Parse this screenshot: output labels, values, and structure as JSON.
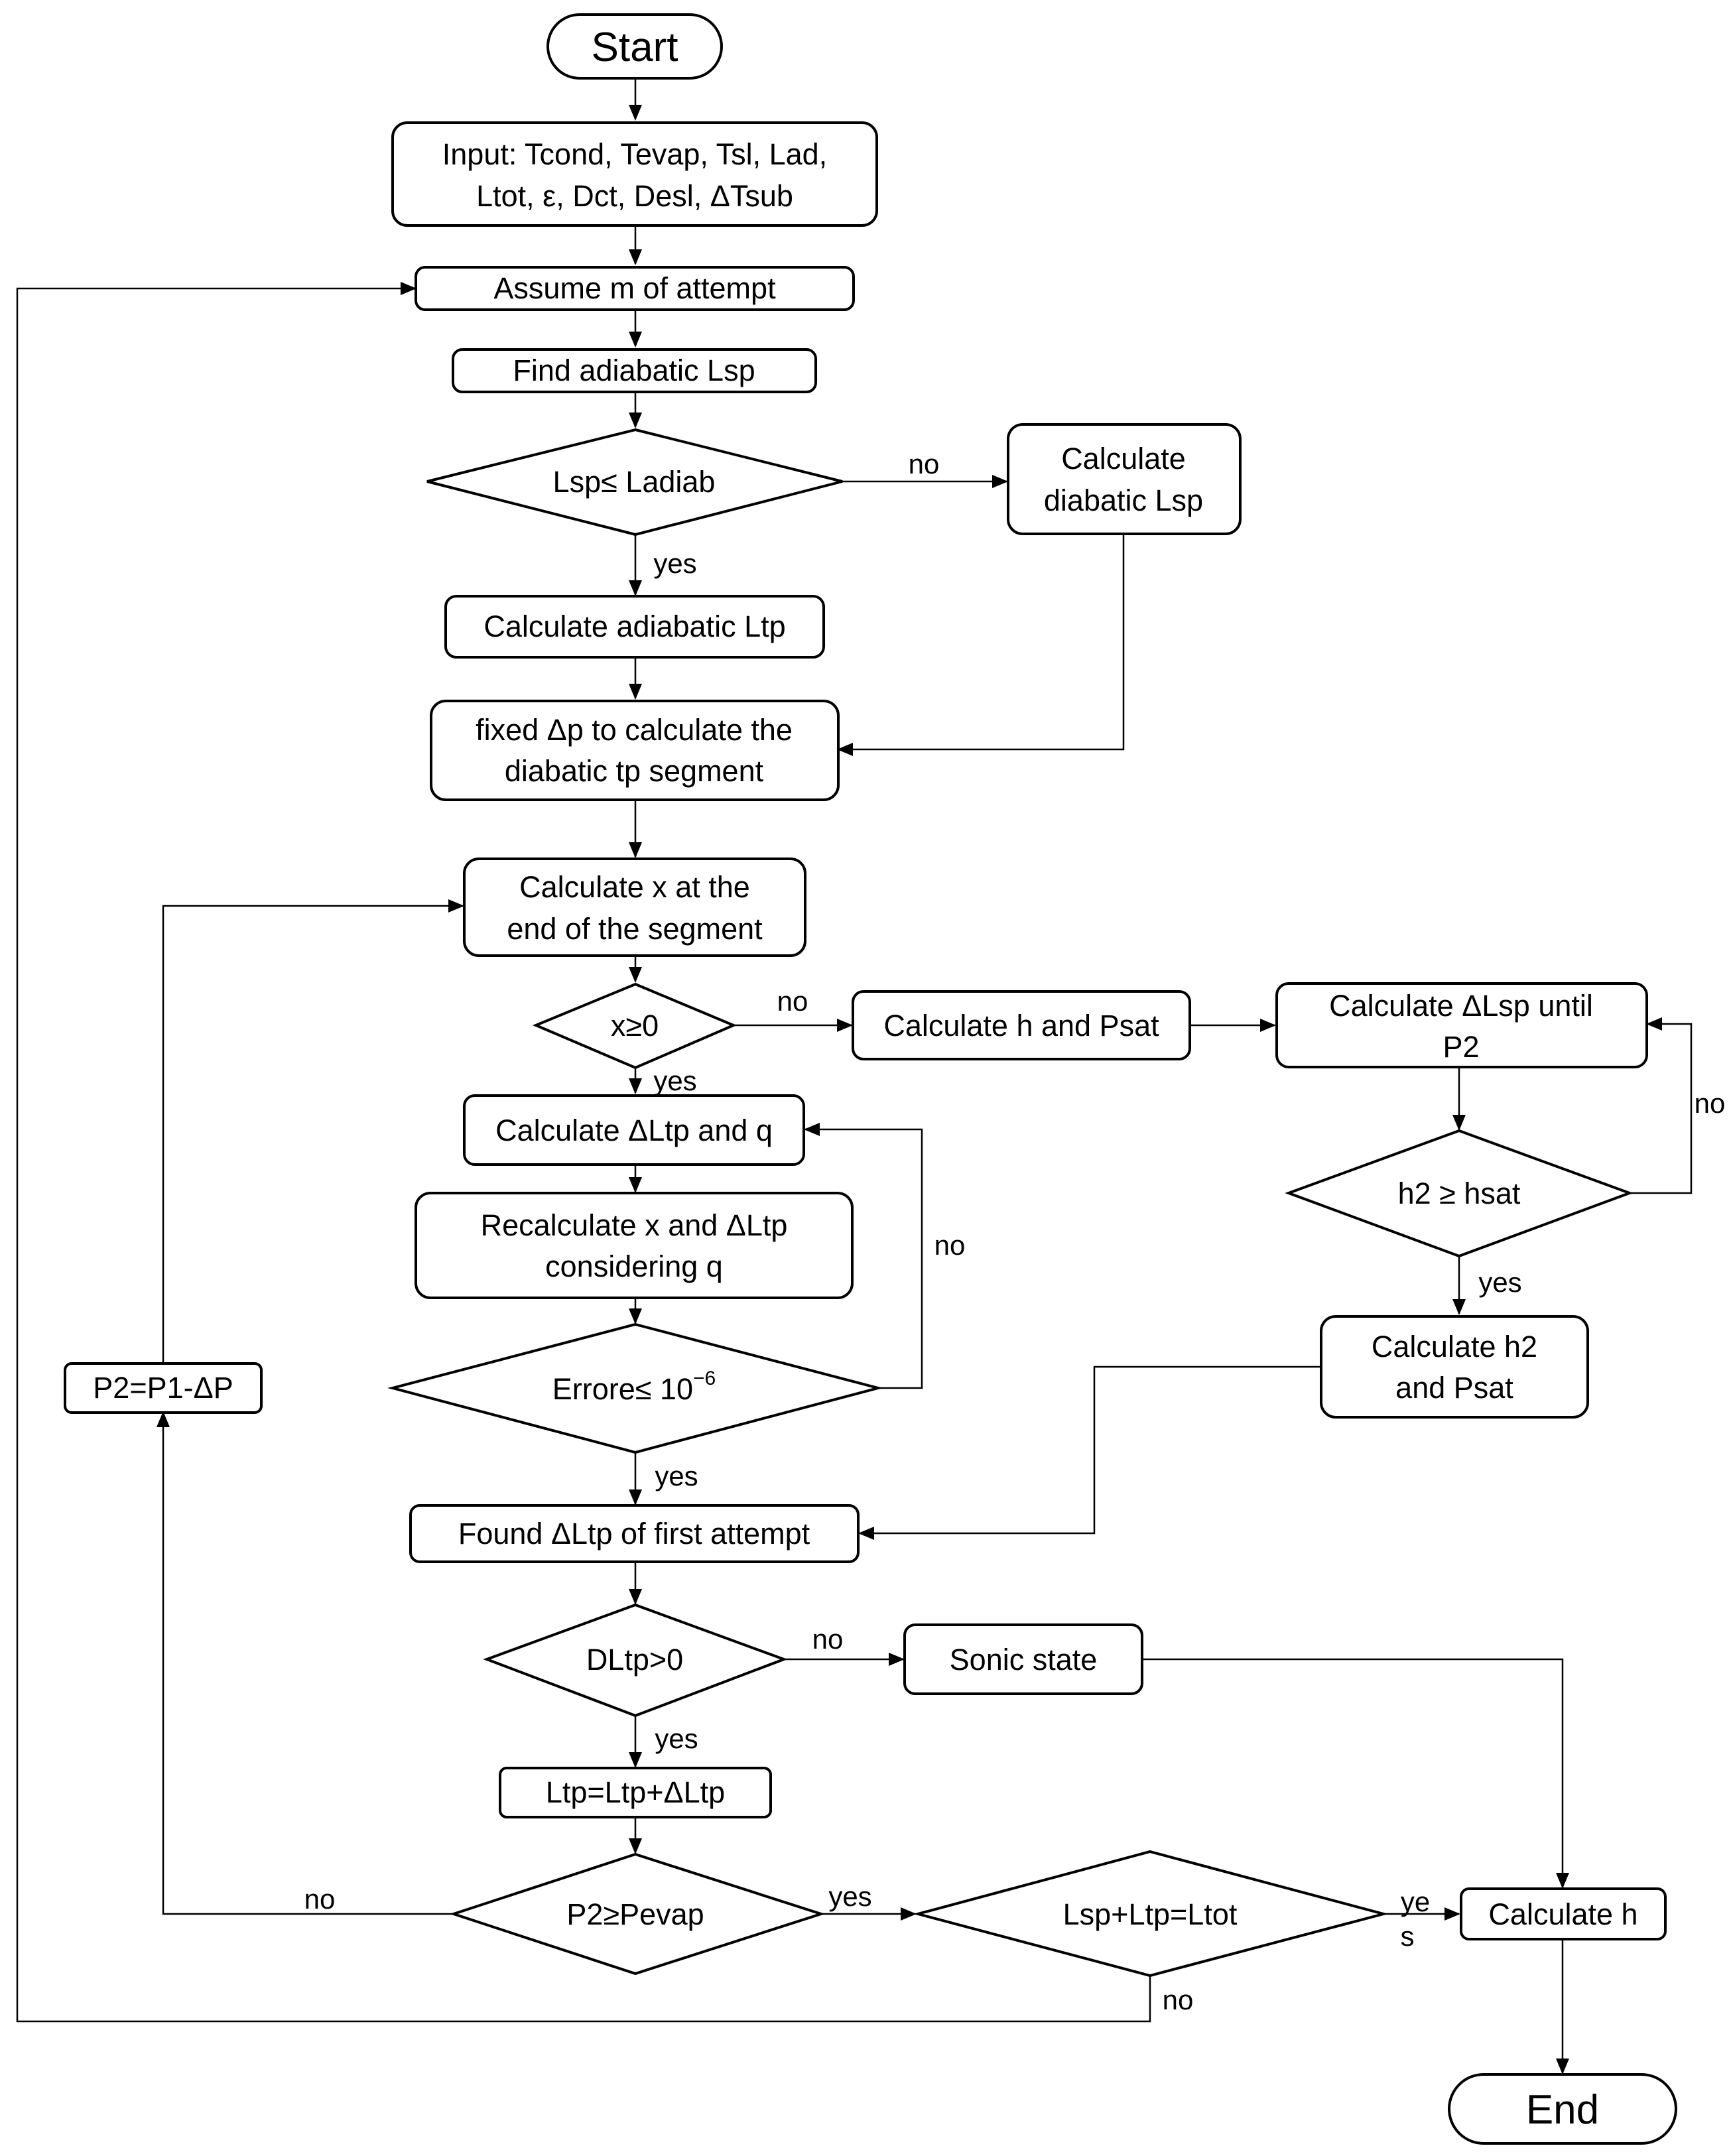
{
  "nodes": {
    "start": [
      "Start"
    ],
    "input": [
      "Input: Tcond, Tevap, Tsl, Lad,",
      "Ltot, ε, Dct, Desl, ΔTsub"
    ],
    "assume_m": [
      "Assume m of attempt"
    ],
    "find_adiabatic_lsp": [
      "Find adiabatic Lsp"
    ],
    "lsp_le_ladiab": [
      "Lsp≤ Ladiab"
    ],
    "calc_diabatic_lsp": [
      "Calculate",
      "diabatic Lsp"
    ],
    "calc_adiabatic_ltp": [
      "Calculate adiabatic Ltp"
    ],
    "fixed_dp": [
      "fixed Δp to calculate the",
      "diabatic tp segment"
    ],
    "calc_x_end": [
      "Calculate x at the",
      "end of the segment"
    ],
    "x_ge_0": [
      "x≥0"
    ],
    "calc_h_psat": [
      "Calculate h and Psat"
    ],
    "calc_dlsp_p2": [
      "Calculate ΔLsp until",
      "P2"
    ],
    "h2_ge_hsat": [
      "h2 ≥ hsat"
    ],
    "calc_h2_psat": [
      "Calculate h2",
      "and Psat"
    ],
    "calc_dltp_q": [
      "Calculate ΔLtp and q"
    ],
    "recalc_x_dltp": [
      "Recalculate x and ΔLtp",
      "considering q"
    ],
    "errore": {
      "text": "Errore≤ 10",
      "exponent": "−6"
    },
    "p2_eq": [
      "P2=P1-ΔP"
    ],
    "found_dltp": [
      "Found ΔLtp of first attempt"
    ],
    "dltp_gt_0": [
      "DLtp>0"
    ],
    "sonic_state": [
      "Sonic state"
    ],
    "ltp_update": [
      "Ltp=Ltp+ΔLtp"
    ],
    "p2_ge_pevap": [
      "P2≥Pevap"
    ],
    "lsp_ltp_ltot": [
      "Lsp+Ltp=Ltot"
    ],
    "calc_h": [
      "Calculate h"
    ],
    "end": [
      "End"
    ]
  },
  "edge_labels": {
    "lsp_no": "no",
    "lsp_yes": "yes",
    "x_no": "no",
    "x_yes": "yes",
    "h2_no": "no",
    "h2_yes": "yes",
    "errore_no": "no",
    "errore_yes": "yes",
    "dltp_no": "no",
    "dltp_yes": "yes",
    "p2_no": "no",
    "p2_yes": "yes",
    "ltot_yes_1": "ye",
    "ltot_yes_2": "s",
    "ltot_no": "no"
  }
}
